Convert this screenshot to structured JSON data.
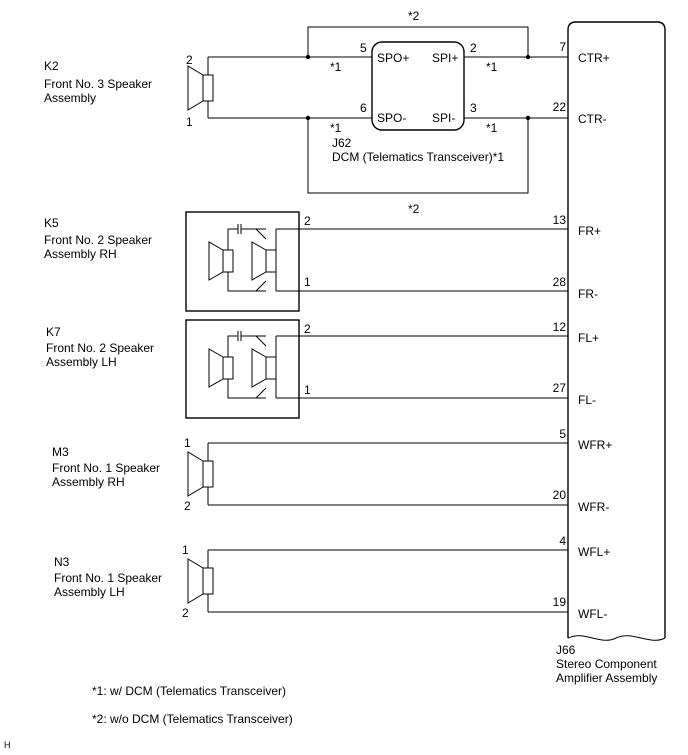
{
  "star_top": "*2",
  "star_bottom": "*2",
  "k2": {
    "id": "K2",
    "name1": "Front No. 3 Speaker",
    "name2": "Assembly",
    "pin_top": "2",
    "pin_bot": "1"
  },
  "k5": {
    "id": "K5",
    "name1": "Front No. 2 Speaker",
    "name2": "Assembly RH",
    "pin_top": "2",
    "pin_bot": "1"
  },
  "k7": {
    "id": "K7",
    "name1": "Front No. 2 Speaker",
    "name2": "Assembly LH",
    "pin_top": "2",
    "pin_bot": "1"
  },
  "m3": {
    "id": "M3",
    "name1": "Front No. 1 Speaker",
    "name2": "Assembly RH",
    "pin_top": "1",
    "pin_bot": "2"
  },
  "n3": {
    "id": "N3",
    "name1": "Front No. 1 Speaker",
    "name2": "Assembly LH",
    "pin_top": "1",
    "pin_bot": "2"
  },
  "dcm": {
    "id": "J62",
    "name": "DCM (Telematics Transceiver)*1",
    "spo_plus": "SPO+",
    "spi_plus": "SPI+",
    "spo_minus": "SPO-",
    "spi_minus": "SPI-",
    "pin_spo_plus": "5",
    "pin_spi_plus": "2",
    "pin_spo_minus": "6",
    "pin_spi_minus": "3",
    "mark_a": "*1",
    "mark_b": "*1",
    "mark_c": "*1",
    "mark_d": "*1"
  },
  "amp": {
    "id": "J66",
    "name1": "Stereo Component",
    "name2": "Amplifier Assembly",
    "terminals": [
      {
        "pin": "7",
        "label": "CTR+"
      },
      {
        "pin": "22",
        "label": "CTR-"
      },
      {
        "pin": "13",
        "label": "FR+"
      },
      {
        "pin": "28",
        "label": "FR-"
      },
      {
        "pin": "12",
        "label": "FL+"
      },
      {
        "pin": "27",
        "label": "FL-"
      },
      {
        "pin": "5",
        "label": "WFR+"
      },
      {
        "pin": "20",
        "label": "WFR-"
      },
      {
        "pin": "4",
        "label": "WFL+"
      },
      {
        "pin": "19",
        "label": "WFL-"
      }
    ]
  },
  "notes": {
    "n1": "*1: w/ DCM (Telematics Transceiver)",
    "n2": "*2: w/o DCM (Telematics Transceiver)"
  },
  "corner": "H"
}
